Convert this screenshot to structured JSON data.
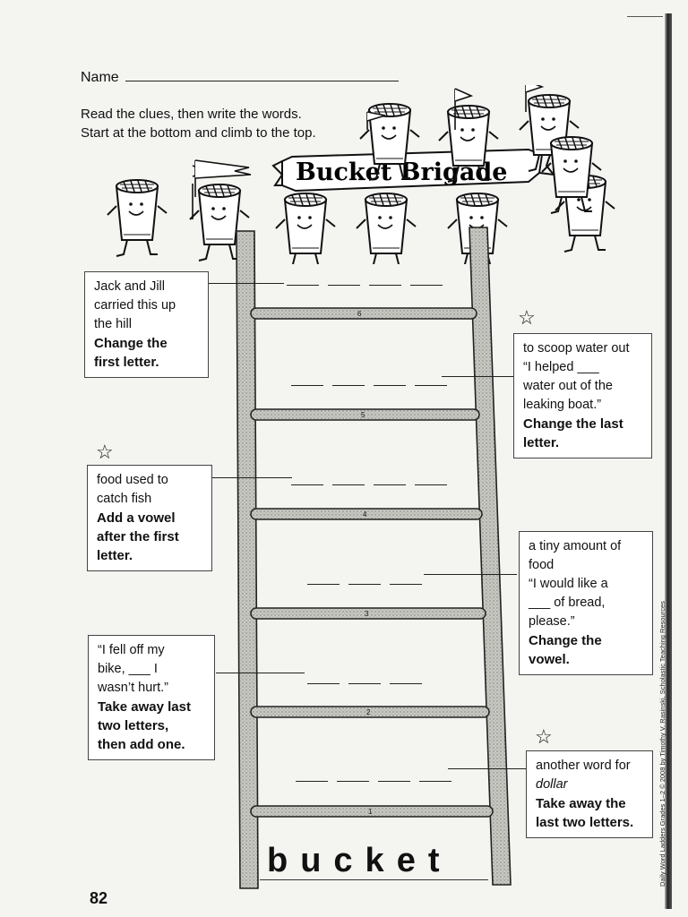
{
  "header": {
    "name_label": "Name",
    "instructions_line1": "Read the clues, then write the words.",
    "instructions_line2": "Start at the bottom and climb to the top."
  },
  "banner": {
    "title": "Bucket Brigade"
  },
  "clues": [
    {
      "id": 6,
      "text_lines": [
        "Jack and Jill",
        "carried this up",
        "the hill"
      ],
      "instruction_lines": [
        "Change the",
        "first letter."
      ]
    },
    {
      "id": 5,
      "text_lines": [
        "to scoop water out",
        "“I helped ___",
        "water out of the",
        "leaking boat.”"
      ],
      "instruction_lines": [
        "Change the last",
        "letter."
      ]
    },
    {
      "id": 4,
      "text_lines": [
        "food used to",
        "catch fish"
      ],
      "instruction_lines": [
        "Add a vowel",
        "after the first",
        "letter."
      ]
    },
    {
      "id": 3,
      "text_lines": [
        "a tiny amount of",
        "food",
        "“I would like a",
        "___ of bread,",
        "please.”"
      ],
      "instruction_lines": [
        "Change the",
        "vowel."
      ]
    },
    {
      "id": 2,
      "text_lines": [
        "“I fell off my",
        "bike, ___ I",
        "wasn’t hurt.”"
      ],
      "instruction_lines": [
        "Take away last",
        "two letters,",
        "then add one."
      ]
    },
    {
      "id": 1,
      "text_lines": [
        "another word for",
        "dollar"
      ],
      "instruction_lines": [
        "Take away the",
        "last two letters."
      ]
    }
  ],
  "rung_numbers": [
    "6",
    "5",
    "4",
    "3",
    "2",
    "1"
  ],
  "start_word": "bucket",
  "page_number": "82",
  "credit": "Daily Word Ladders Grades 1–2 © 2008 by Timothy V. Rasinski, Scholastic Teaching Resources",
  "icons": [
    "star-icon",
    "bucket-character-icon",
    "flag-icon"
  ]
}
